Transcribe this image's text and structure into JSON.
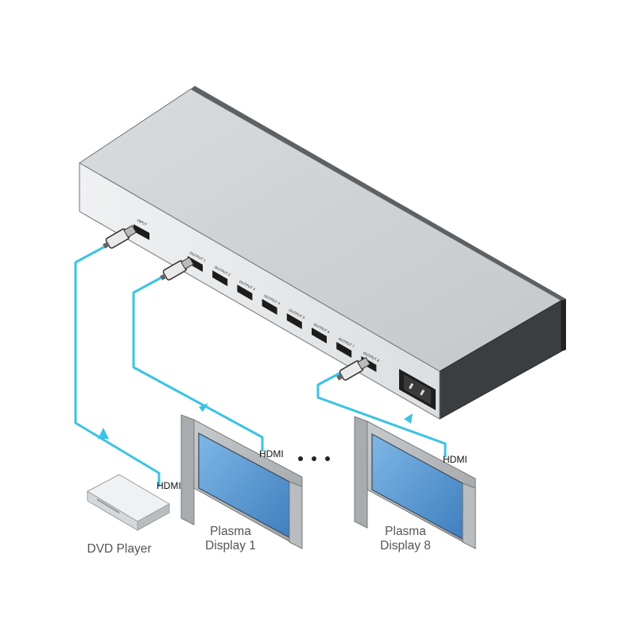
{
  "colors": {
    "cable": "#3cc3e3",
    "chassis_top": "#cfd3d6",
    "chassis_front": "#e4e6e8",
    "screen": "#5b9bd5"
  },
  "device": {
    "input_label": "INPUT",
    "output_labels": [
      "OUTPUT 1",
      "OUTPUT 2",
      "OUTPUT 3",
      "OUTPUT 4",
      "OUTPUT 5",
      "OUTPUT 6",
      "OUTPUT 7",
      "OUTPUT 8"
    ]
  },
  "cables": {
    "dvd": "HDMI",
    "display1": "HDMI",
    "display8": "HDMI"
  },
  "devices": {
    "dvd_player": "DVD Player",
    "display1_line1": "Plasma",
    "display1_line2": "Display 1",
    "display8_line1": "Plasma",
    "display8_line2": "Display 8"
  }
}
